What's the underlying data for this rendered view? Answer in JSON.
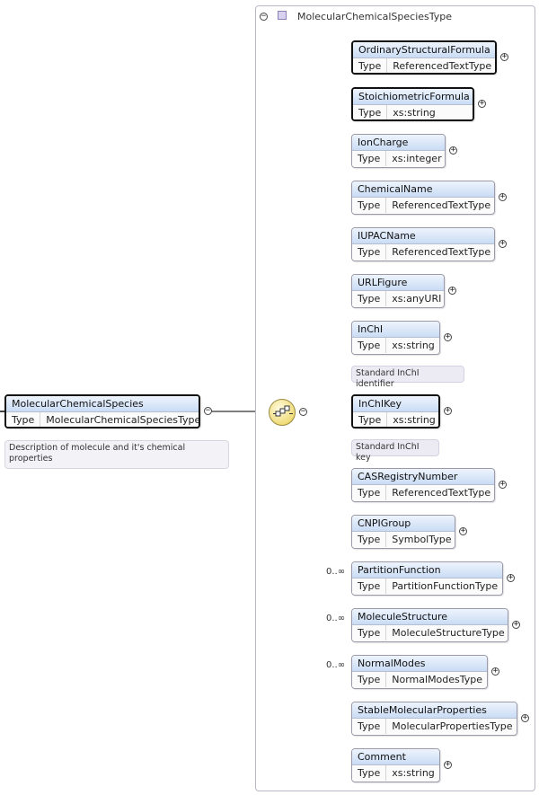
{
  "root": {
    "name": "MolecularChemicalSpecies",
    "type_label": "Type",
    "type": "MolecularChemicalSpeciesType",
    "description": "Description of molecule and it's chemical properties"
  },
  "group": {
    "title": "MolecularChemicalSpeciesType",
    "compositor_icon": "sequence-compositor-icon"
  },
  "toggle_symbols": {
    "collapse": "−",
    "expand": "+"
  },
  "children": [
    {
      "name": "OrdinaryStructuralFormula",
      "type_label": "Type",
      "type": "ReferencedTextType",
      "required": true
    },
    {
      "name": "StoichiometricFormula",
      "type_label": "Type",
      "type": "xs:string",
      "required": true
    },
    {
      "name": "IonCharge",
      "type_label": "Type",
      "type": "xs:integer",
      "required": false
    },
    {
      "name": "ChemicalName",
      "type_label": "Type",
      "type": "ReferencedTextType",
      "required": false
    },
    {
      "name": "IUPACName",
      "type_label": "Type",
      "type": "ReferencedTextType",
      "required": false
    },
    {
      "name": "URLFigure",
      "type_label": "Type",
      "type": "xs:anyURI",
      "required": false
    },
    {
      "name": "InChI",
      "type_label": "Type",
      "type": "xs:string",
      "required": false,
      "note": "Standard InChI identifier"
    },
    {
      "name": "InChIKey",
      "type_label": "Type",
      "type": "xs:string",
      "required": true,
      "note": "Standard InChI key"
    },
    {
      "name": "CASRegistryNumber",
      "type_label": "Type",
      "type": "ReferencedTextType",
      "required": false
    },
    {
      "name": "CNPIGroup",
      "type_label": "Type",
      "type": "SymbolType",
      "required": false
    },
    {
      "name": "PartitionFunction",
      "type_label": "Type",
      "type": "PartitionFunctionType",
      "required": false,
      "multiplicity": "0..∞"
    },
    {
      "name": "MoleculeStructure",
      "type_label": "Type",
      "type": "MoleculeStructureType",
      "required": false,
      "multiplicity": "0..∞"
    },
    {
      "name": "NormalModes",
      "type_label": "Type",
      "type": "NormalModesType",
      "required": false,
      "multiplicity": "0..∞"
    },
    {
      "name": "StableMolecularProperties",
      "type_label": "Type",
      "type": "MolecularPropertiesType",
      "required": false
    },
    {
      "name": "Comment",
      "type_label": "Type",
      "type": "xs:string",
      "required": false
    }
  ]
}
